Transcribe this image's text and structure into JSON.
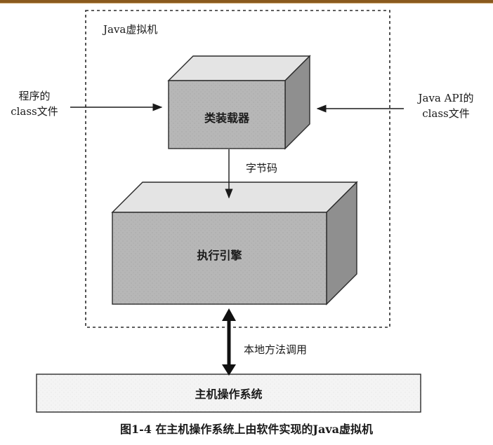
{
  "jvm_title": "Java虚拟机",
  "left_input": {
    "line1": "程序的",
    "line2": "class文件"
  },
  "right_input": {
    "line1": "Java API的",
    "line2": "class文件"
  },
  "class_loader": "类装载器",
  "bytecode": "字节码",
  "execution_engine": "执行引擎",
  "native_calls": "本地方法调用",
  "host_os": "主机操作系统",
  "caption": "图1-4   在主机操作系统上由软件实现的Java虚拟机",
  "colors": {
    "box_front": "#b7b7b7",
    "box_top": "#e4e4e4",
    "box_side": "#8f8f8f",
    "frame_accent": "#8a5a1e"
  }
}
